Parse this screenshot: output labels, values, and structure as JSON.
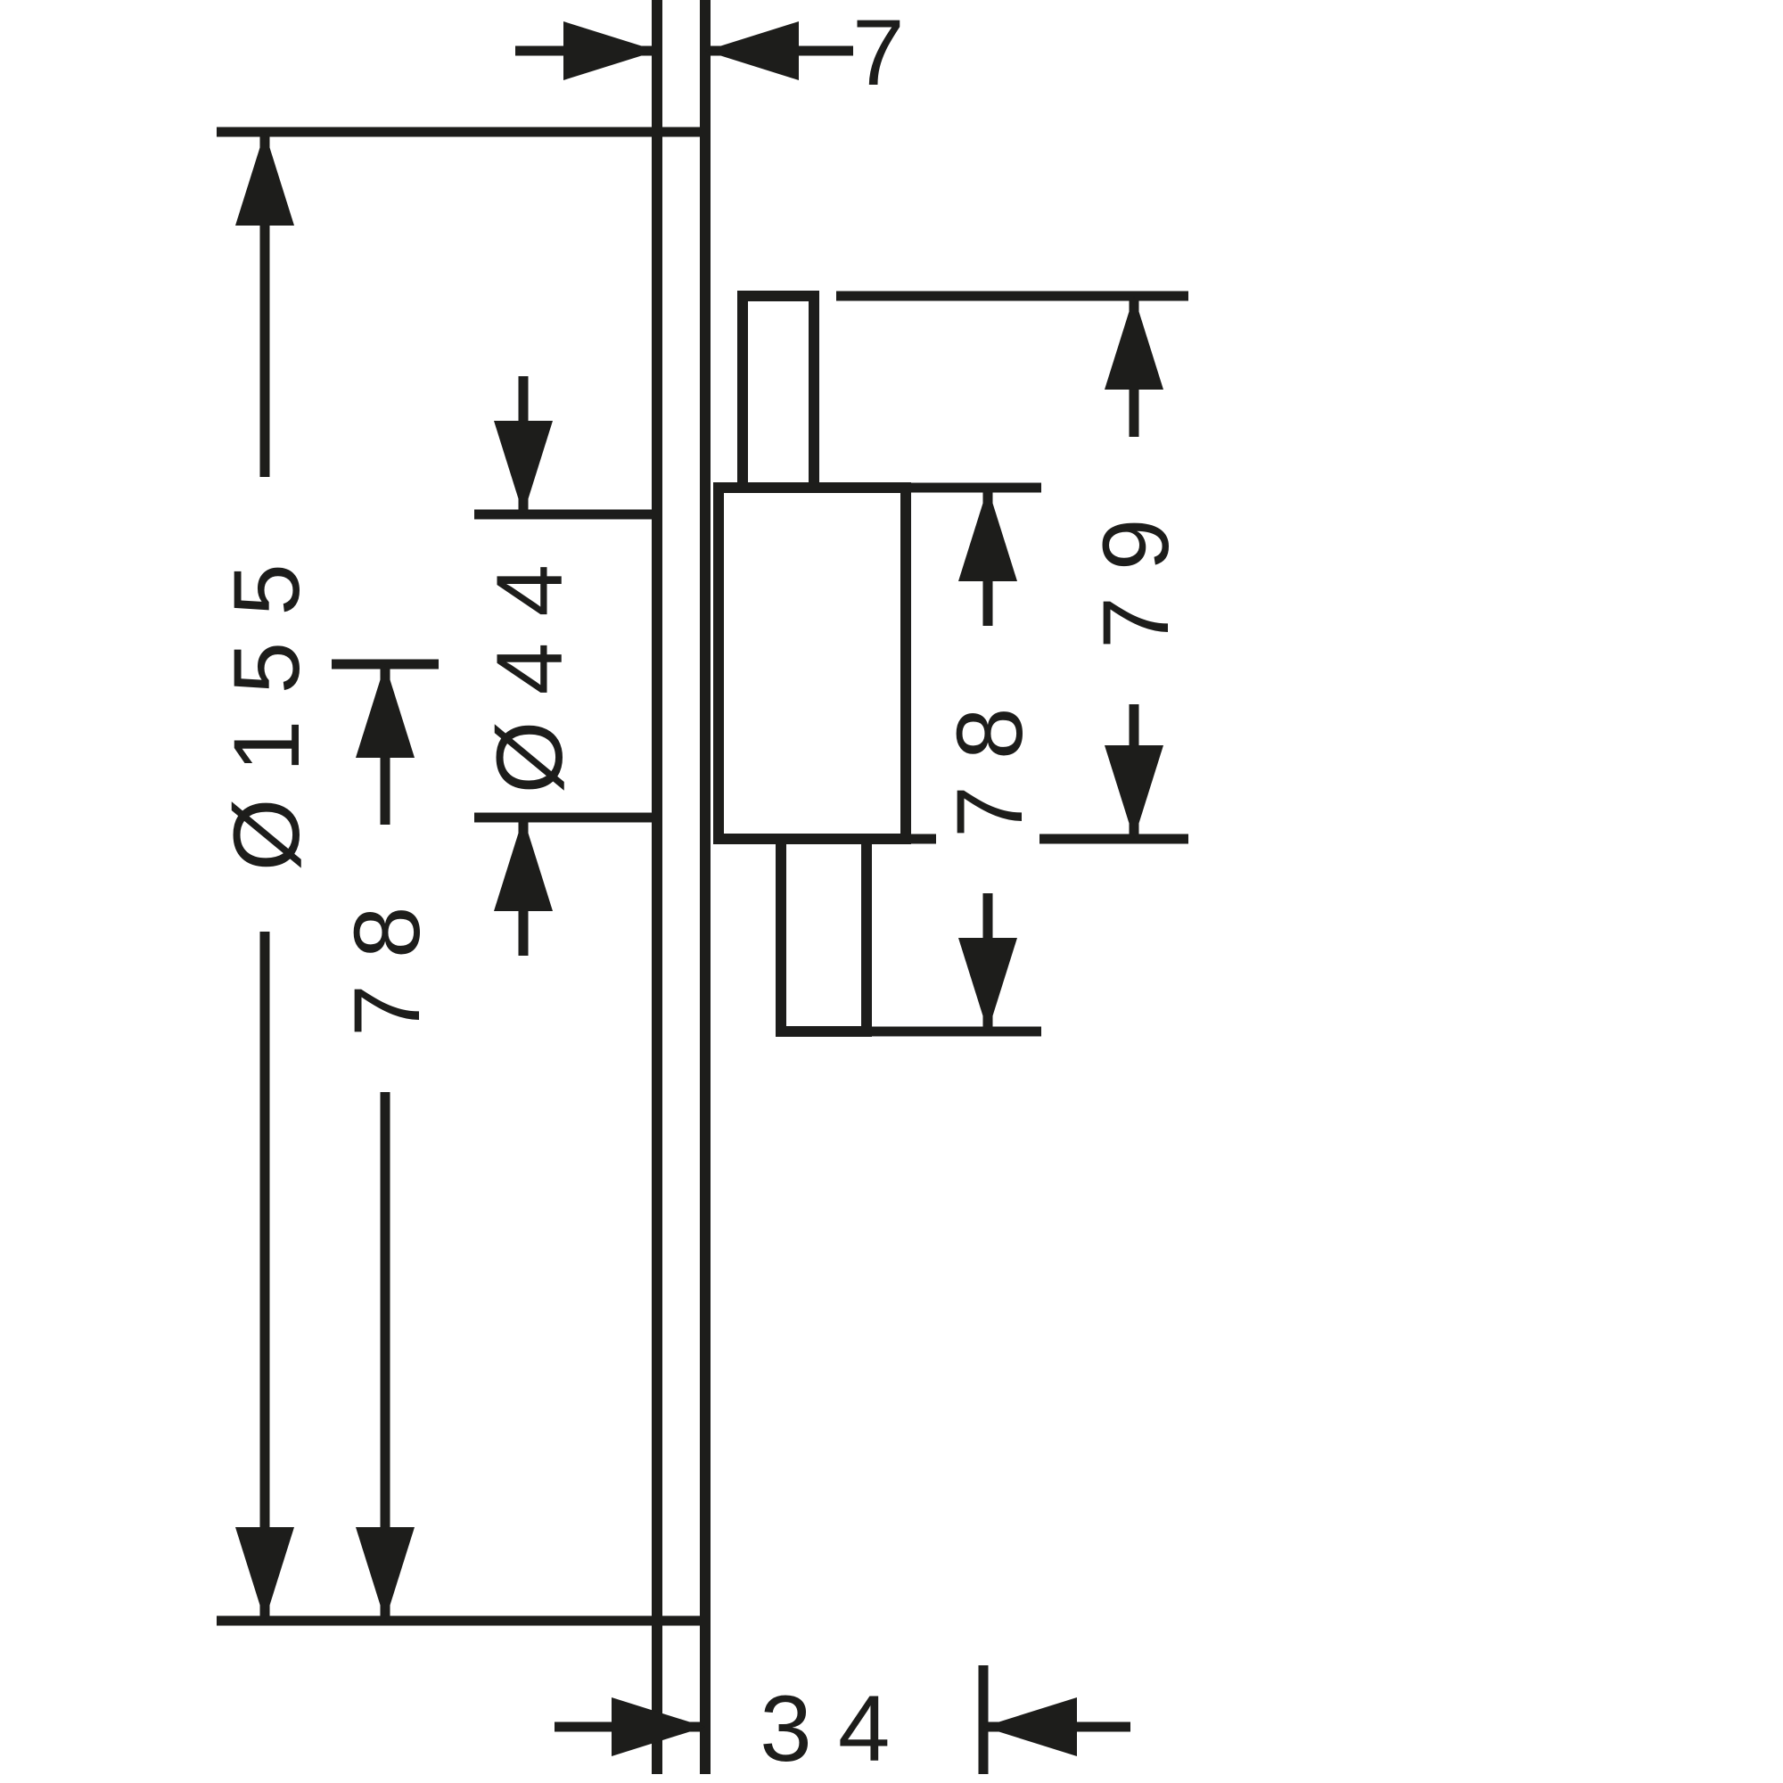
{
  "diagram": {
    "type": "technical-dimension-drawing",
    "colors": {
      "line": "#1d1d1b",
      "background": "#ffffff"
    },
    "labels": {
      "plate_thickness": "7",
      "plate_diameter": "Ø155",
      "cutout_diameter": "Ø44",
      "center_to_bottom": "78",
      "upper_span": "79",
      "lower_span": "78",
      "projection_depth": "34"
    }
  }
}
